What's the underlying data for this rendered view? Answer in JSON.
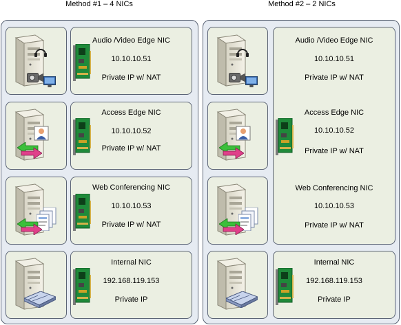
{
  "method1": {
    "title": "Method #1 – 4 NICs",
    "nics": [
      {
        "name": "Audio /Video Edge NIC",
        "ip": "10.10.10.51",
        "type": "Private IP w/ NAT"
      },
      {
        "name": "Access Edge NIC",
        "ip": "10.10.10.52",
        "type": "Private IP w/ NAT"
      },
      {
        "name": "Web Conferencing NIC",
        "ip": "10.10.10.53",
        "type": "Private IP w/ NAT"
      },
      {
        "name": "Internal NIC",
        "ip": "192.168.119.153",
        "type": "Private IP"
      }
    ]
  },
  "method2": {
    "title": "Method #2 – 2 NICs",
    "edge_nic": {
      "av_name": "Audio /Video Edge NIC",
      "av_ip": "10.10.10.51",
      "av_type": "Private IP w/ NAT",
      "access_name": "Access Edge NIC",
      "access_ip": "10.10.10.52",
      "access_type": "Private IP w/ NAT",
      "web_name": "Web Conferencing NIC",
      "web_ip": "10.10.10.53",
      "web_type": "Private IP w/ NAT"
    },
    "internal_nic": {
      "name": "Internal NIC",
      "ip": "192.168.119.153",
      "type": "Private IP"
    }
  },
  "icons": [
    "server-av-icon",
    "server-access-icon",
    "server-web-icon",
    "server-internal-icon",
    "nic-card-icon"
  ],
  "colors": {
    "panel_bg": "#e6ebf2",
    "box_bg": "#ebefe2",
    "border": "#5b6475",
    "nic_green": "#1f8a3a",
    "arrow_green": "#3bbf3b",
    "arrow_pink": "#e0408a"
  }
}
